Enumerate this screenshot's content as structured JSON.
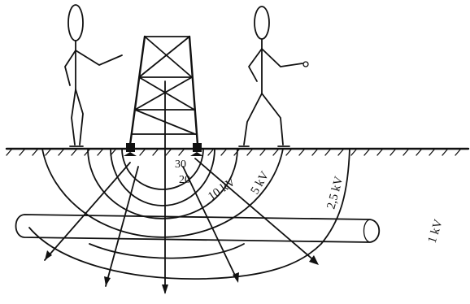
{
  "labels": {
    "contour_30": "30",
    "contour_20": "20",
    "contour_10": "10 kV",
    "contour_5": "5 kV",
    "contour_2_5": "2,5 kV",
    "contour_1": "1 kV"
  }
}
